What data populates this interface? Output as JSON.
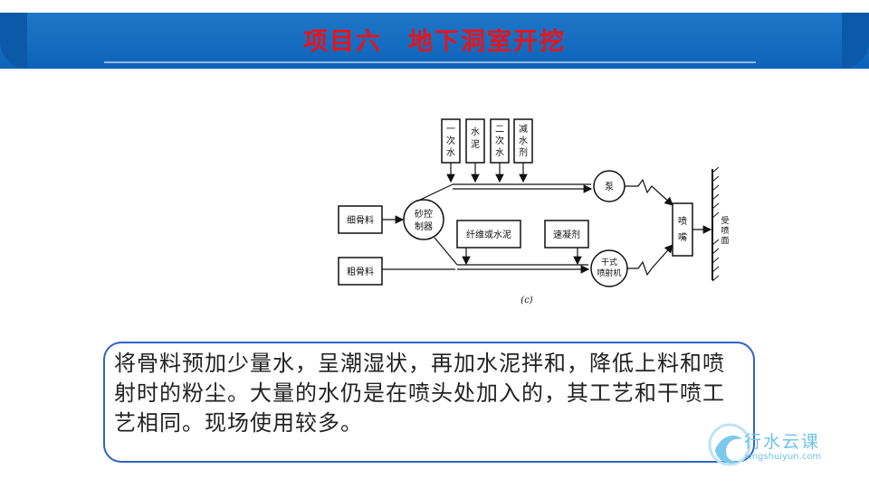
{
  "header": {
    "title": "项目六　地下洞室开挖"
  },
  "diagram": {
    "inputs_top": [
      [
        "一",
        "次",
        "水"
      ],
      [
        "水",
        "泥"
      ],
      [
        "二",
        "次",
        "水"
      ],
      [
        "减",
        "水",
        "剂"
      ]
    ],
    "fine_aggregate": "细骨料",
    "coarse_aggregate": "粗骨料",
    "sand_controller": [
      "砂控",
      "制器"
    ],
    "fiber_cement": "纤维或水泥",
    "accelerator": "速凝剂",
    "pump": "泵",
    "dry_sprayer": [
      "干式",
      "喷射机"
    ],
    "nozzle": [
      "喷",
      "嘴"
    ],
    "sprayed_surface": [
      "受",
      "喷",
      "面"
    ],
    "caption": "(c)"
  },
  "description": "将骨料预加少量水，呈潮湿状，再加水泥拌和，降低上料和喷射时的粉尘。大量的水仍是在喷头处加入的，其工艺和干喷工艺相同。现场使用较多。",
  "logo": {
    "name": "行水云课",
    "url": "xingshuiyun.com"
  }
}
